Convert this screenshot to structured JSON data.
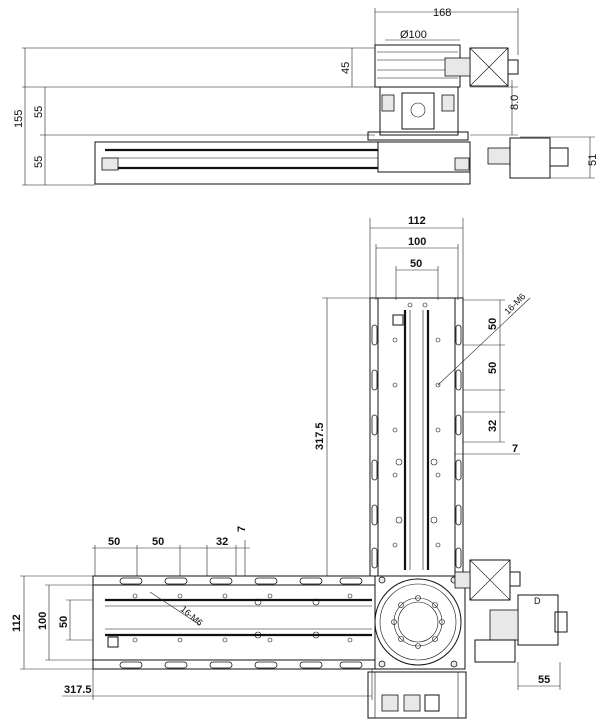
{
  "side_view": {
    "width_label": "168",
    "dial_label": "Ø100",
    "dial_height": "45",
    "total_height": "155",
    "mid_height": "55",
    "base_height": "55",
    "right_gap": "8.0",
    "motor_height": "51"
  },
  "top_view": {
    "vertical_width": "112",
    "vertical_inner": "100",
    "vertical_pitch": "50",
    "vertical_length": "317.5",
    "thread_label_top": "16-M6",
    "right_pitch_a": "50",
    "right_pitch_b": "50",
    "slot_length": "32",
    "slot_width": "7",
    "horizontal_pitch_a": "50",
    "horizontal_pitch_b": "50",
    "horizontal_slot": "32",
    "horizontal_slot_width": "7",
    "thread_label_bottom": "16-M6",
    "horizontal_width": "112",
    "horizontal_inner": "100",
    "horizontal_pitch_left": "50",
    "horizontal_length": "317.5",
    "motor_offset": "55",
    "motor_letter": "D"
  }
}
